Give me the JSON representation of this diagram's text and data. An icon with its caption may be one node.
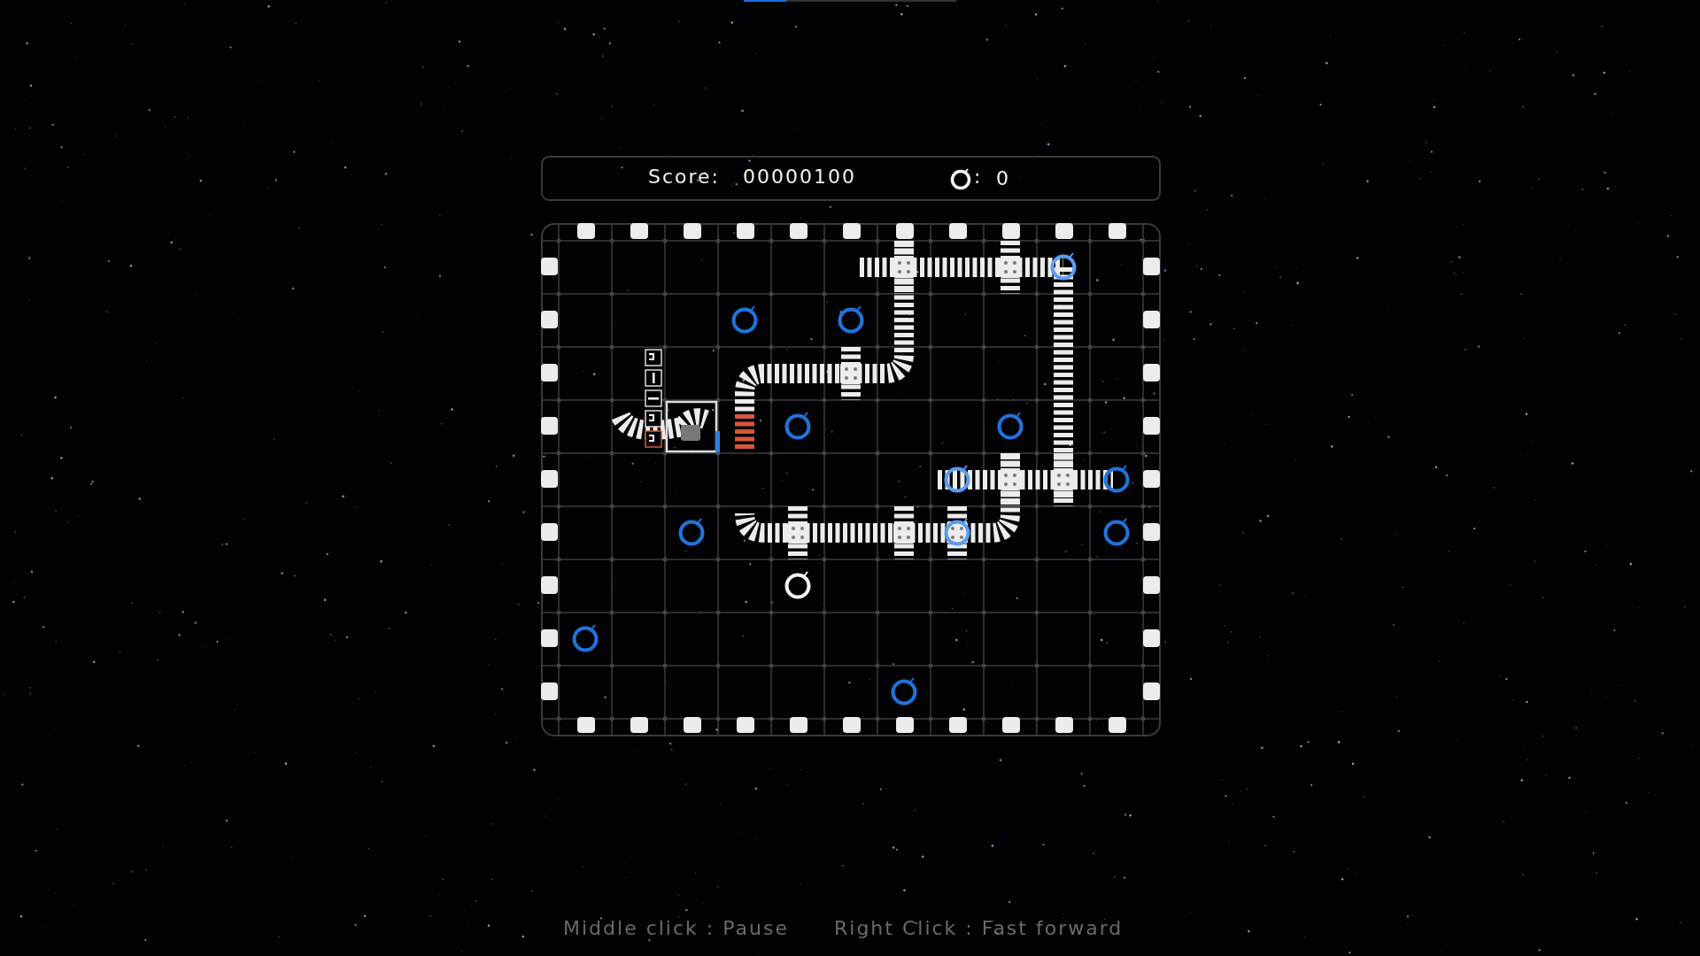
{
  "diagram": {
    "labels": [
      "Score:",
      "00000100",
      ":",
      "0",
      "Middle click : Pause",
      "Right Click : Fast forward"
    ]
  }
}
